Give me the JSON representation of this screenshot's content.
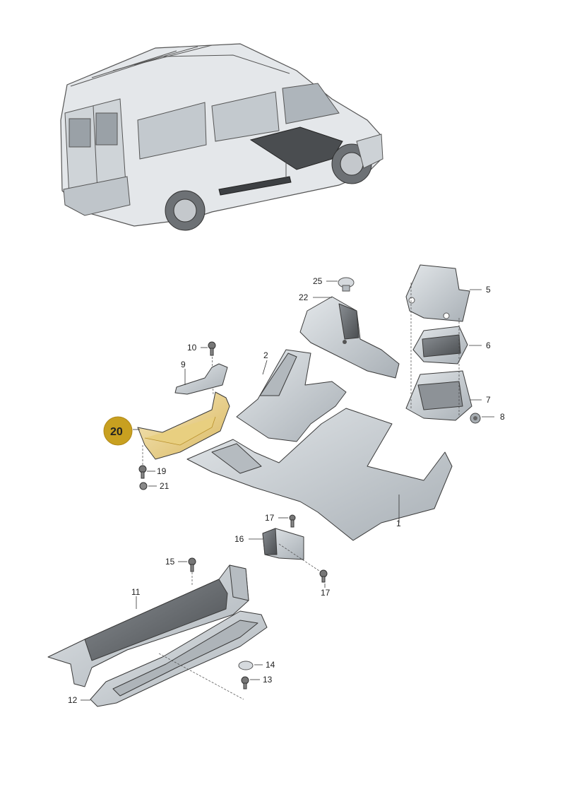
{
  "highlight": {
    "label": "20",
    "color": "#c8a020",
    "fill": "#f3dfa0"
  },
  "parts": {
    "p1": "1",
    "p2": "2",
    "p5": "5",
    "p6": "6",
    "p7": "7",
    "p8": "8",
    "p9": "9",
    "p10": "10",
    "p11": "11",
    "p12": "12",
    "p13": "13",
    "p14": "14",
    "p15": "15",
    "p16": "16",
    "p17a": "17",
    "p17b": "17",
    "p19": "19",
    "p21": "21",
    "p22": "22",
    "p25": "25"
  },
  "colors": {
    "part_fill": "#c9ced3",
    "part_dark": "#5a5d60",
    "van_fill": "#d9dde1"
  }
}
